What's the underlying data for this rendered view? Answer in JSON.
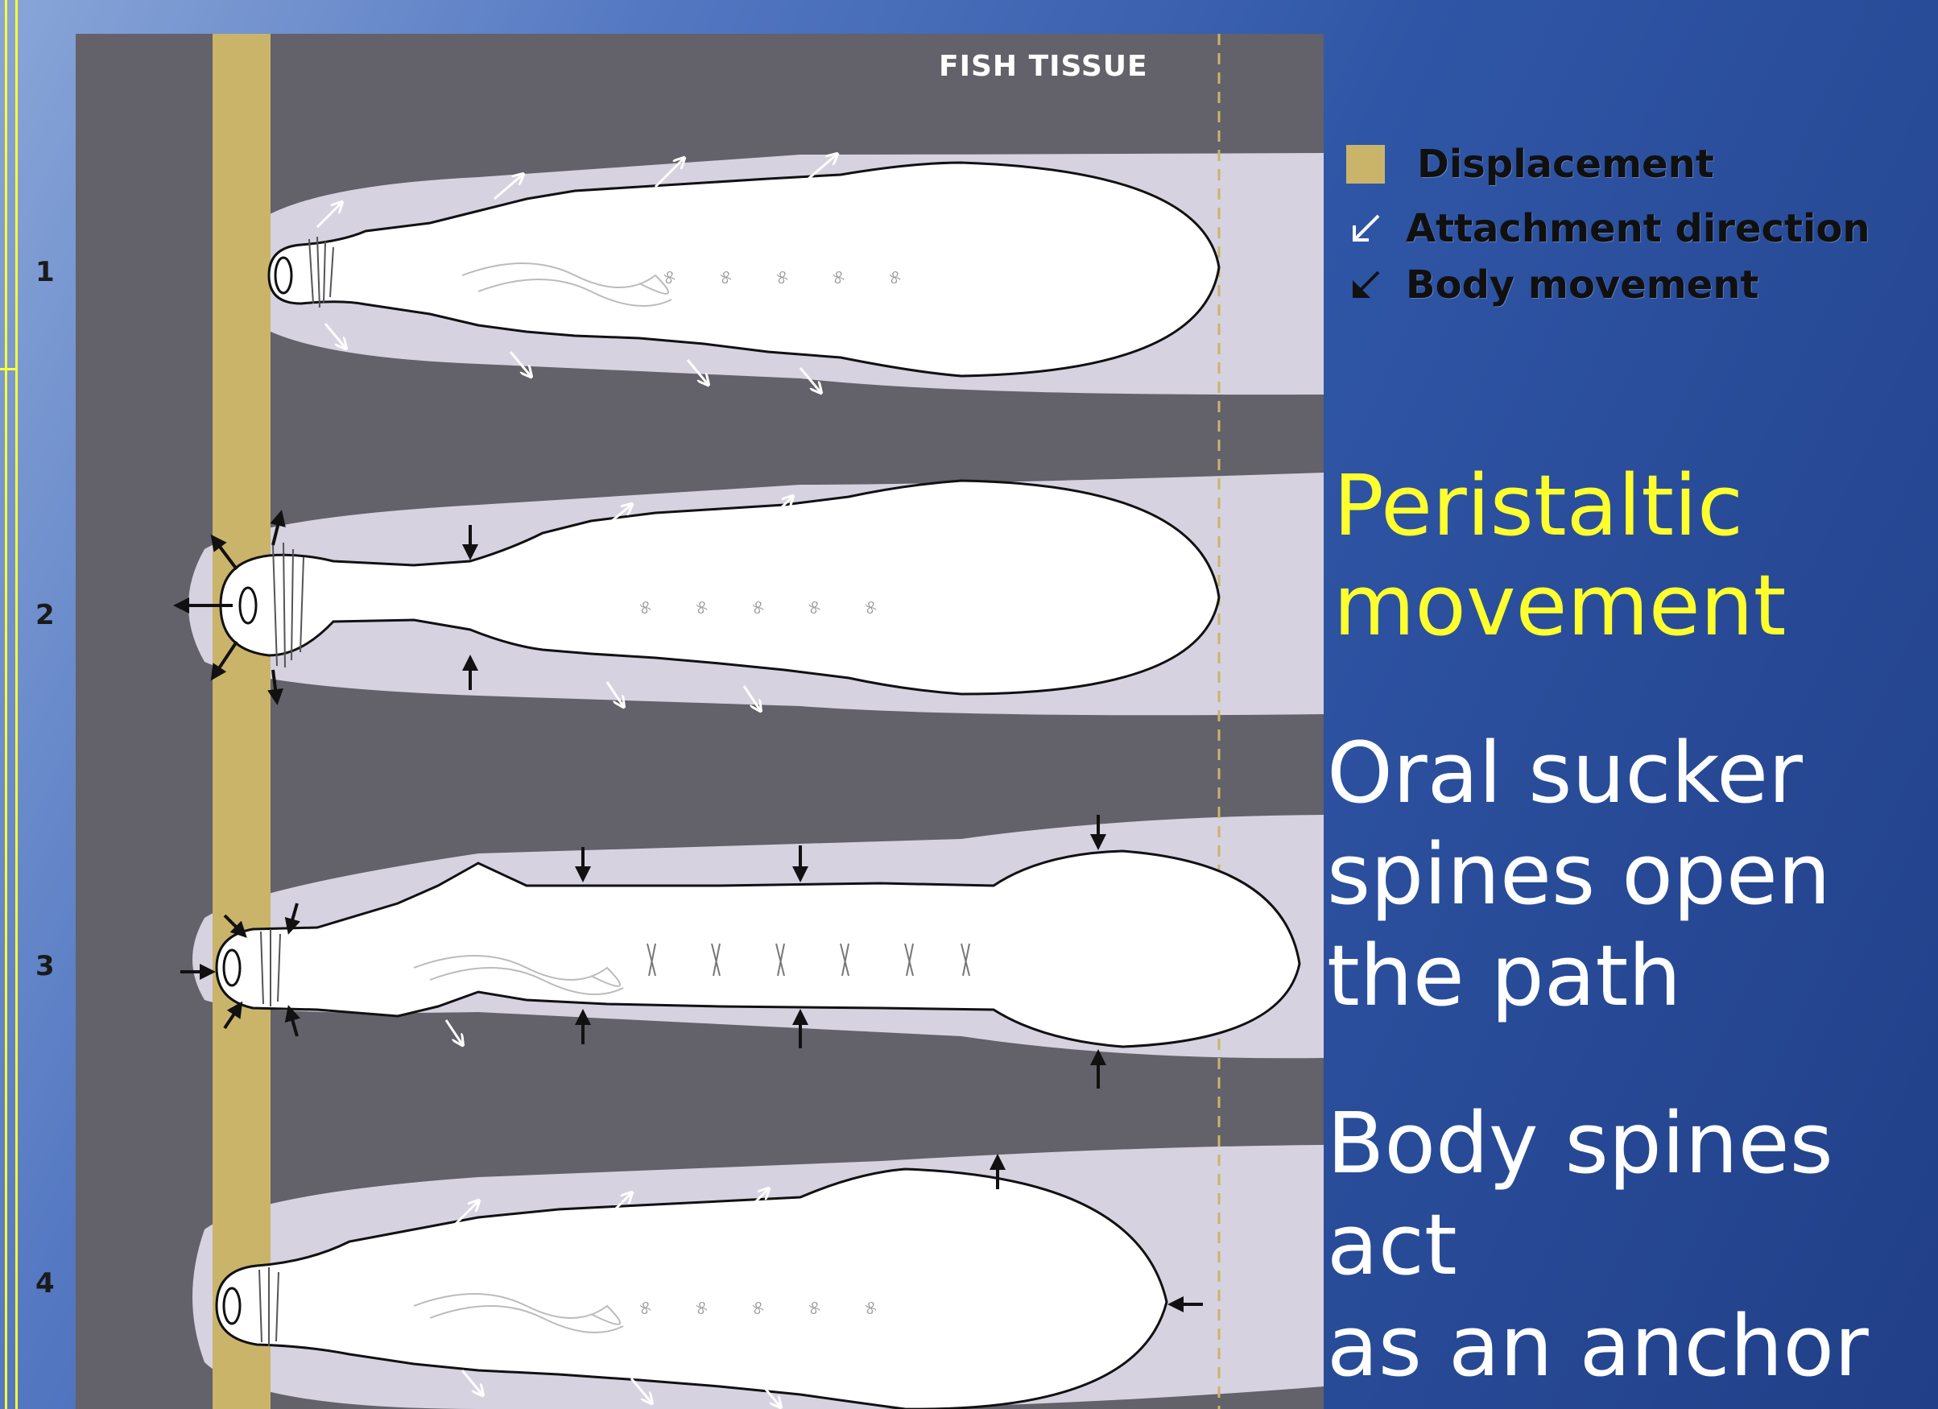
{
  "diagram": {
    "tissue_label": "FISH TISSUE",
    "rows": [
      {
        "number": "1"
      },
      {
        "number": "2"
      },
      {
        "number": "3"
      },
      {
        "number": "4"
      }
    ]
  },
  "legend": [
    {
      "label": "Displacement",
      "icon": "tan-square-swatch"
    },
    {
      "label": "Attachment direction",
      "icon": "white-arrow-icon"
    },
    {
      "label": "Body movement",
      "icon": "black-arrow-icon"
    }
  ],
  "text": {
    "title_line1": "Peristaltic",
    "title_line2": "movement",
    "oral_line1": "Oral sucker",
    "oral_line2": "spines open",
    "oral_line3": "the path",
    "body_line1": "Body spines act",
    "body_line2": "as an anchor"
  },
  "colors": {
    "background_start": "#8aa6d8",
    "background_end": "#213f88",
    "panel": "#636169",
    "displacement": "#c9b46a",
    "tunnel": "#d6d2e0",
    "title_yellow": "#ffff2e",
    "frame_yellow": "#ffff33"
  }
}
